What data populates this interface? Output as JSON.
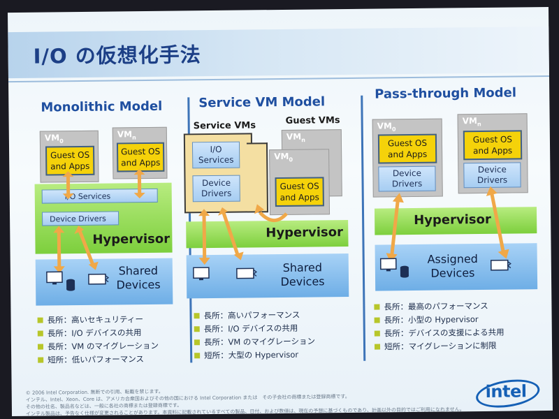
{
  "title": "I/O の仮想化手法",
  "columns": [
    {
      "title": "Monolithic Model",
      "vm0_label": "VM",
      "vm0_sub": "0",
      "vmn_label": "VM",
      "vmn_sub": "n",
      "guest_label": "Guest OS and Apps",
      "io_services": "I/O Services",
      "device_drivers": "Device Drivers",
      "hypervisor": "Hypervisor",
      "devices": "Shared Devices",
      "bullets": [
        "長所：高いセキュリティー",
        "長所：I/O デバイスの共用",
        "長所：VM のマイグレーション",
        "短所：低いパフォーマンス"
      ]
    },
    {
      "title": "Service VM Model",
      "service_vms": "Service VMs",
      "guest_vms": "Guest VMs",
      "vmn_label": "VM",
      "vmn_sub": "n",
      "vm0_label": "VM",
      "vm0_sub": "0",
      "io_services": "I/O Services",
      "device_drivers": "Device Drivers",
      "guest_label": "Guest OS and Apps",
      "hypervisor": "Hypervisor",
      "devices": "Shared Devices",
      "bullets": [
        "長所：高いパフォーマンス",
        "長所：I/O デバイスの共用",
        "長所：VM のマイグレーション",
        "短所：大型の Hypervisor"
      ]
    },
    {
      "title": "Pass-through Model",
      "vm0_label": "VM",
      "vm0_sub": "0",
      "vmn_label": "VM",
      "vmn_sub": "n",
      "guest_label": "Guest OS and Apps",
      "device_drivers": "Device Drivers",
      "hypervisor": "Hypervisor",
      "devices": "Assigned Devices",
      "bullets": [
        "長所：最高のパフォーマンス",
        "長所：小型の Hypervisor",
        "長所：デバイスの支援による共用",
        "短所：マイグレーションに制限"
      ]
    }
  ],
  "footer": [
    "© 2006 Intel Corporation. 無断での引用、転載を禁じます。",
    "インテル、Intel、Xeon、Core は、アメリカ合衆国およびその他の国における Intel Corporation または　その子会社の商標または登録商標です。",
    "その他の社名、製品名などは、一般に各社の商標または登録商標です。",
    "インテル製品は、予告なく仕様が変更されることがあります。本資料に記載されているすべての製品、日付、および数値は、現在の予想に基づくものであり、計画以外の目的ではご利用になれません。"
  ],
  "logo": "intel",
  "colors": {
    "guest_yellow": "#f5d20a",
    "hypervisor_green": "#7dcf3d",
    "devices_blue": "#6eaee6",
    "title_blue": "#1f4fa0",
    "arrow_orange": "#f0a848",
    "bullet_olive": "#b7c62a"
  }
}
